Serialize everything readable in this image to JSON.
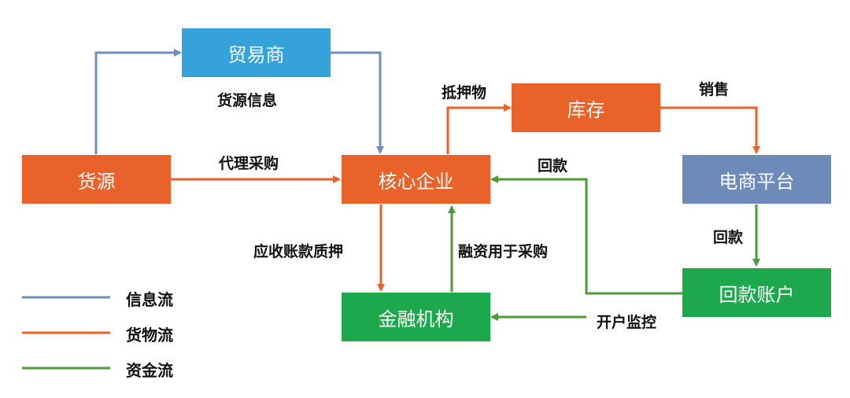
{
  "colors": {
    "info": "#6E8FB8",
    "goods": "#E8622A",
    "funds": "#4E9A3A",
    "box_orange": "#E8622A",
    "box_blue_light": "#35A2D9",
    "box_blue_gray": "#6C8BB8",
    "box_green": "#1EA84E"
  },
  "nodes": {
    "trader": "贸易商",
    "source": "货源",
    "core": "核心企业",
    "inventory": "库存",
    "ecommerce": "电商平台",
    "finance": "金融机构",
    "account": "回款账户"
  },
  "labels": {
    "source_info": "货源信息",
    "agent_purchase": "代理采购",
    "collateral": "抵押物",
    "sales": "销售",
    "repayment_core": "回款",
    "repayment_ecom": "回款",
    "receivable_pledge": "应收账款质押",
    "financing_purchase": "融资用于采购",
    "account_monitor": "开户监控"
  },
  "legend": [
    {
      "label": "信息流",
      "color": "#6E8FB8"
    },
    {
      "label": "货物流",
      "color": "#E8622A"
    },
    {
      "label": "资金流",
      "color": "#4E9A3A"
    }
  ]
}
